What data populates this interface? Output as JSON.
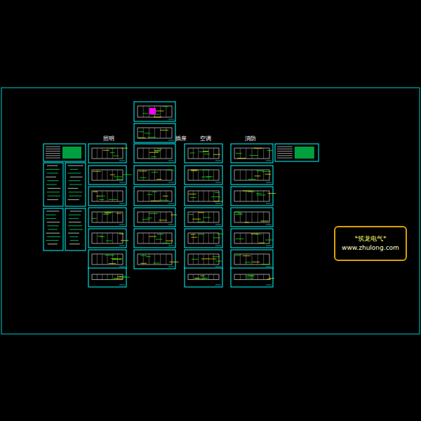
{
  "diagram": {
    "nodes": [
      {
        "text": [
          "*筑龙电气*",
          "www.zhulong.com"
        ]
      }
    ],
    "labels": [
      "照明",
      "插座",
      "空调",
      "消防"
    ]
  }
}
